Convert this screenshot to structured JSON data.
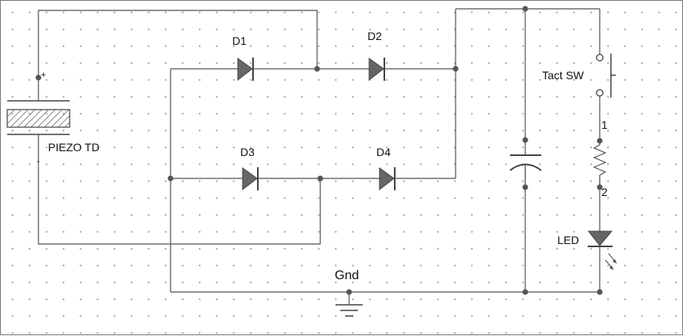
{
  "labels": {
    "d1": "D1",
    "d2": "D2",
    "d3": "D3",
    "d4": "D4",
    "piezo": "PIEZO TD",
    "piezo_plus": "+",
    "piezo_minus": "-",
    "tact_sw": "Tact SW",
    "res_pin1": "1",
    "res_pin2": "2",
    "led": "LED",
    "gnd": "Gnd"
  },
  "colors": {
    "wire": "#555555",
    "component": "#666666",
    "grid_dot": "#9a9a9a"
  }
}
